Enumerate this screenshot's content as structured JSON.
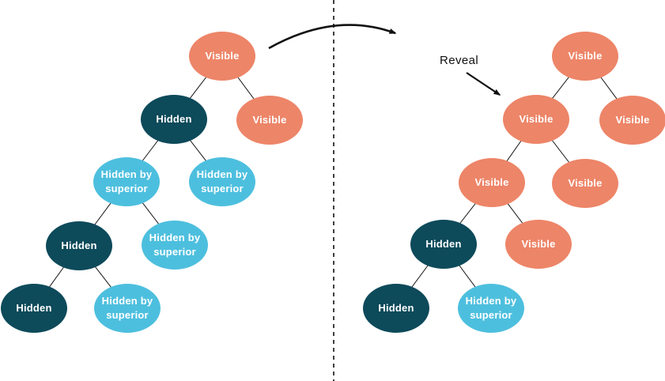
{
  "annotation": {
    "reveal_label": "Reveal"
  },
  "colors": {
    "visible": "#ED8568",
    "hidden": "#0D4A5A",
    "hidden_by_superior": "#4DBFDE",
    "node_text": "#FFFFFF",
    "line": "#111111"
  },
  "left_tree": {
    "nodes": [
      {
        "label": "Visible",
        "type": "visible"
      },
      {
        "label": "Hidden",
        "type": "hidden"
      },
      {
        "label": "Visible",
        "type": "visible"
      },
      {
        "label": "Hidden by superior",
        "type": "hidden_by_superior"
      },
      {
        "label": "Hidden by superior",
        "type": "hidden_by_superior"
      },
      {
        "label": "Hidden",
        "type": "hidden"
      },
      {
        "label": "Hidden by superior",
        "type": "hidden_by_superior"
      },
      {
        "label": "Hidden",
        "type": "hidden"
      },
      {
        "label": "Hidden by superior",
        "type": "hidden_by_superior"
      }
    ]
  },
  "right_tree": {
    "nodes": [
      {
        "label": "Visible",
        "type": "visible"
      },
      {
        "label": "Visible",
        "type": "visible"
      },
      {
        "label": "Visible",
        "type": "visible"
      },
      {
        "label": "Visible",
        "type": "visible"
      },
      {
        "label": "Visible",
        "type": "visible"
      },
      {
        "label": "Hidden",
        "type": "hidden"
      },
      {
        "label": "Visible",
        "type": "visible"
      },
      {
        "label": "Hidden",
        "type": "hidden"
      },
      {
        "label": "Hidden by superior",
        "type": "hidden_by_superior"
      }
    ]
  }
}
